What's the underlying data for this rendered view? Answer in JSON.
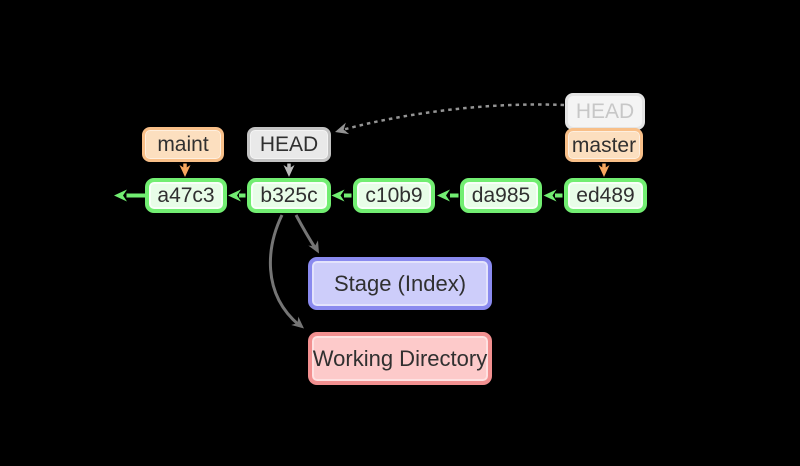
{
  "colors": {
    "bg": "#000000",
    "commit-border": "#72ee72",
    "commit-fill": "#e8fde8",
    "orange-border": "#f8bf88",
    "orange-fill": "#fcdfbf",
    "orange-arrow": "#f7a75f",
    "gray-border": "#c3c3c3",
    "gray-fill": "#e9e9e9",
    "faded-border": "#e4e4e4",
    "faded-fill": "#f4f4f4",
    "faded-text": "#c7c7c7",
    "stage-border": "#8a8aef",
    "stage-fill": "#cdcdfa",
    "working-border": "#f29090",
    "working-fill": "#fdcaca",
    "text": "#303030",
    "gray-arrow": "#bcbcbc",
    "dark-arrow": "#757575",
    "dashed-arrow": "#949494"
  },
  "nodes": {
    "maint": {
      "label": "maint"
    },
    "head": {
      "label": "HEAD"
    },
    "head_previous": {
      "label": "HEAD"
    },
    "master": {
      "label": "master"
    },
    "commits": [
      {
        "id": "a47c3"
      },
      {
        "id": "b325c"
      },
      {
        "id": "c10b9"
      },
      {
        "id": "da985"
      },
      {
        "id": "ed489"
      }
    ],
    "stage": {
      "label": "Stage (Index)"
    },
    "working_directory": {
      "label": "Working Directory"
    }
  },
  "edges": [
    {
      "from": "a47c3",
      "to": "earlier-history",
      "style": "green-arrow"
    },
    {
      "from": "b325c",
      "to": "a47c3",
      "style": "green-arrow"
    },
    {
      "from": "c10b9",
      "to": "b325c",
      "style": "green-arrow"
    },
    {
      "from": "da985",
      "to": "c10b9",
      "style": "green-arrow"
    },
    {
      "from": "ed489",
      "to": "da985",
      "style": "green-arrow"
    },
    {
      "from": "maint",
      "to": "a47c3",
      "style": "orange-arrow"
    },
    {
      "from": "master",
      "to": "ed489",
      "style": "orange-arrow"
    },
    {
      "from": "HEAD",
      "to": "b325c",
      "style": "gray-arrow"
    },
    {
      "from": "HEAD-previous",
      "to": "HEAD",
      "style": "dashed-gray-arrow"
    },
    {
      "from": "b325c",
      "to": "Stage (Index)",
      "style": "dark-gray-curve"
    },
    {
      "from": "b325c",
      "to": "Working Directory",
      "style": "dark-gray-curve"
    }
  ]
}
